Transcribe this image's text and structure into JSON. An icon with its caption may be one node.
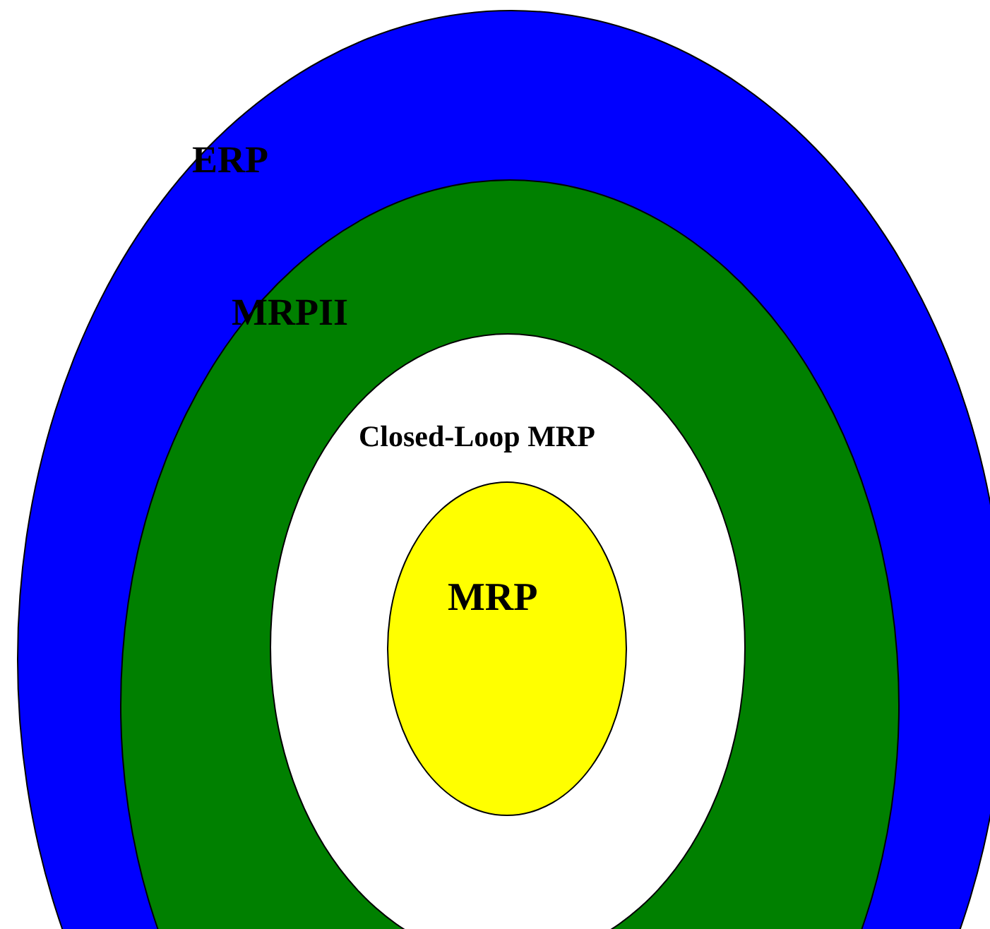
{
  "diagram": {
    "nodes": [
      {
        "text": [
          "ERP"
        ]
      },
      {
        "text": [
          "MRPII"
        ],
        "in": 0
      },
      {
        "text": [
          "Closed-Loop MRP"
        ],
        "in": 1
      },
      {
        "text": [
          "MRP"
        ],
        "in": 2
      }
    ]
  }
}
